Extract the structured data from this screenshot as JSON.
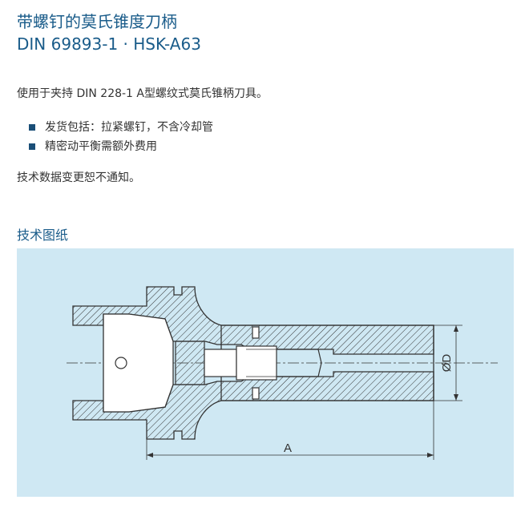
{
  "header": {
    "title_cn": "带螺钉的莫氏锥度刀柄",
    "title_en": "DIN 69893-1 · HSK-A63"
  },
  "description": "使用于夹持 DIN 228-1 A型螺纹式莫氏锥柄刀具。",
  "bullets": [
    "发货包括：拉紧螺钉，不含冷却管",
    "精密动平衡需额外费用"
  ],
  "note": "技术数据变更恕不通知。",
  "drawing": {
    "heading": "技术图纸",
    "dim_length": "A",
    "dim_diameter": "ØD"
  },
  "colors": {
    "brand_blue": "#1a5c8a",
    "bullet_square": "#1a4e77",
    "panel_bg": "#cfe8f3"
  }
}
